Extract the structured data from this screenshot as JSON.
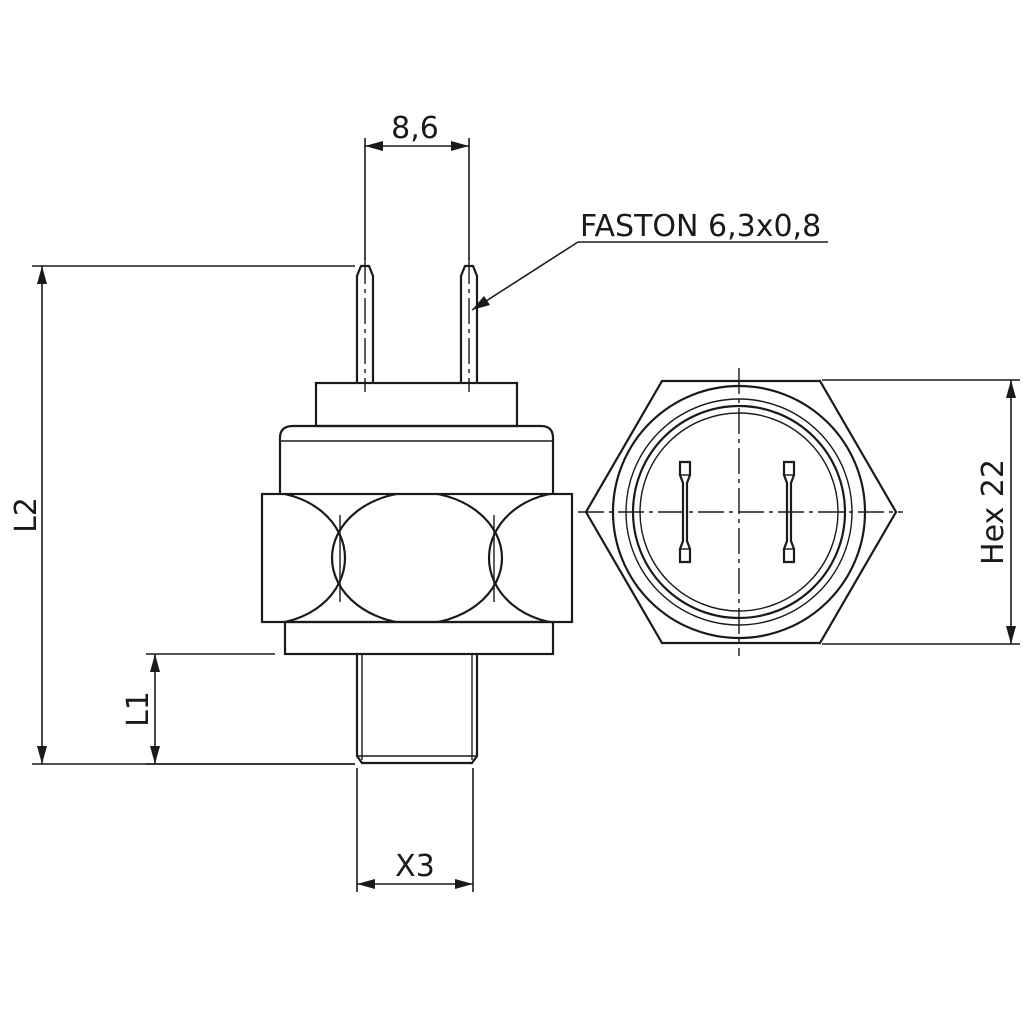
{
  "labels": {
    "pin_spacing": "8,6",
    "terminal": "FASTON 6,3x0,8",
    "overall_length": "L2",
    "thread_length": "L1",
    "thread_size": "X3",
    "hex_size": "Hex 22"
  }
}
